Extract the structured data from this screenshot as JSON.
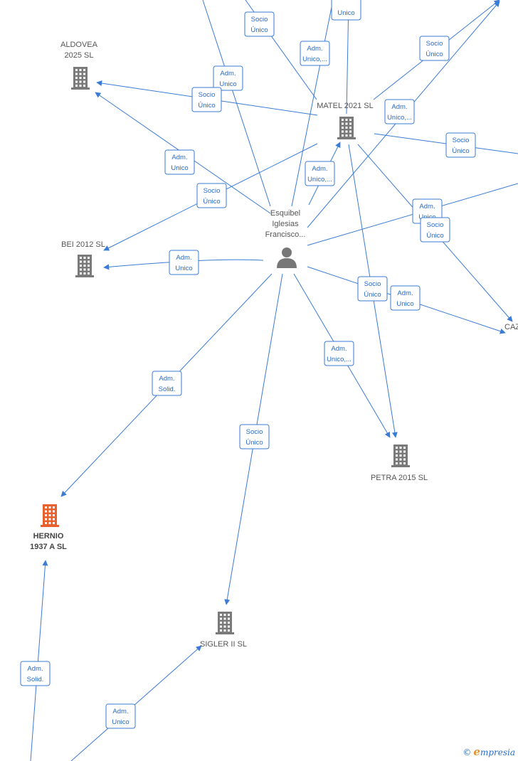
{
  "person": {
    "label": [
      "Esquibel",
      "Iglesias",
      "Francisco..."
    ]
  },
  "companies": [
    {
      "id": "aldovea",
      "lines": [
        "ALDOVEA",
        "2025  SL"
      ],
      "highlight": false
    },
    {
      "id": "matel",
      "lines": [
        "MATEL 2021  SL"
      ],
      "highlight": false
    },
    {
      "id": "bei",
      "lines": [
        "BEI 2012 SL"
      ],
      "highlight": false
    },
    {
      "id": "petra",
      "lines": [
        "PETRA 2015  SL"
      ],
      "highlight": false
    },
    {
      "id": "hernio",
      "lines": [
        "HERNIO",
        "1937 A  SL"
      ],
      "highlight": true
    },
    {
      "id": "sigler",
      "lines": [
        "SIGLER II SL"
      ],
      "highlight": false
    },
    {
      "id": "caz",
      "lines": [
        "CAZ"
      ],
      "highlight": false
    }
  ],
  "relations": [
    {
      "id": "r1",
      "lines": [
        "Unico"
      ]
    },
    {
      "id": "r2",
      "lines": [
        "Socio",
        "Único"
      ]
    },
    {
      "id": "r3",
      "lines": [
        "Adm.",
        "Unico,..."
      ]
    },
    {
      "id": "r4",
      "lines": [
        "Socio",
        "Único"
      ]
    },
    {
      "id": "r5",
      "lines": [
        "Adm.",
        "Unico"
      ]
    },
    {
      "id": "r6",
      "lines": [
        "Socio",
        "Único"
      ]
    },
    {
      "id": "r7",
      "lines": [
        "Adm.",
        "Unico,..."
      ]
    },
    {
      "id": "r8",
      "lines": [
        "Socio",
        "Único"
      ]
    },
    {
      "id": "r9",
      "lines": [
        "Adm.",
        "Unico"
      ]
    },
    {
      "id": "r10",
      "lines": [
        "Adm.",
        "Unico,..."
      ]
    },
    {
      "id": "r11",
      "lines": [
        "Socio",
        "Único"
      ]
    },
    {
      "id": "r12",
      "lines": [
        "Adm.",
        "Unico"
      ]
    },
    {
      "id": "r13",
      "lines": [
        "Socio",
        "Único"
      ]
    },
    {
      "id": "r14",
      "lines": [
        "Adm.",
        "Unico"
      ]
    },
    {
      "id": "r15",
      "lines": [
        "Socio",
        "Único"
      ]
    },
    {
      "id": "r16",
      "lines": [
        "Adm.",
        "Unico"
      ]
    },
    {
      "id": "r17",
      "lines": [
        "Adm.",
        "Unico,..."
      ]
    },
    {
      "id": "r18",
      "lines": [
        "Adm.",
        "Solid."
      ]
    },
    {
      "id": "r19",
      "lines": [
        "Socio",
        "Único"
      ]
    },
    {
      "id": "r20",
      "lines": [
        "Adm.",
        "Solid."
      ]
    },
    {
      "id": "r21",
      "lines": [
        "Adm.",
        "Unico"
      ]
    }
  ],
  "footer": {
    "copyright": "©",
    "brand_initial": "e",
    "brand_rest": "mpresia"
  },
  "colors": {
    "edge": "#3a7bd5",
    "building": "#7a7a7a",
    "highlight": "#e8612c"
  }
}
